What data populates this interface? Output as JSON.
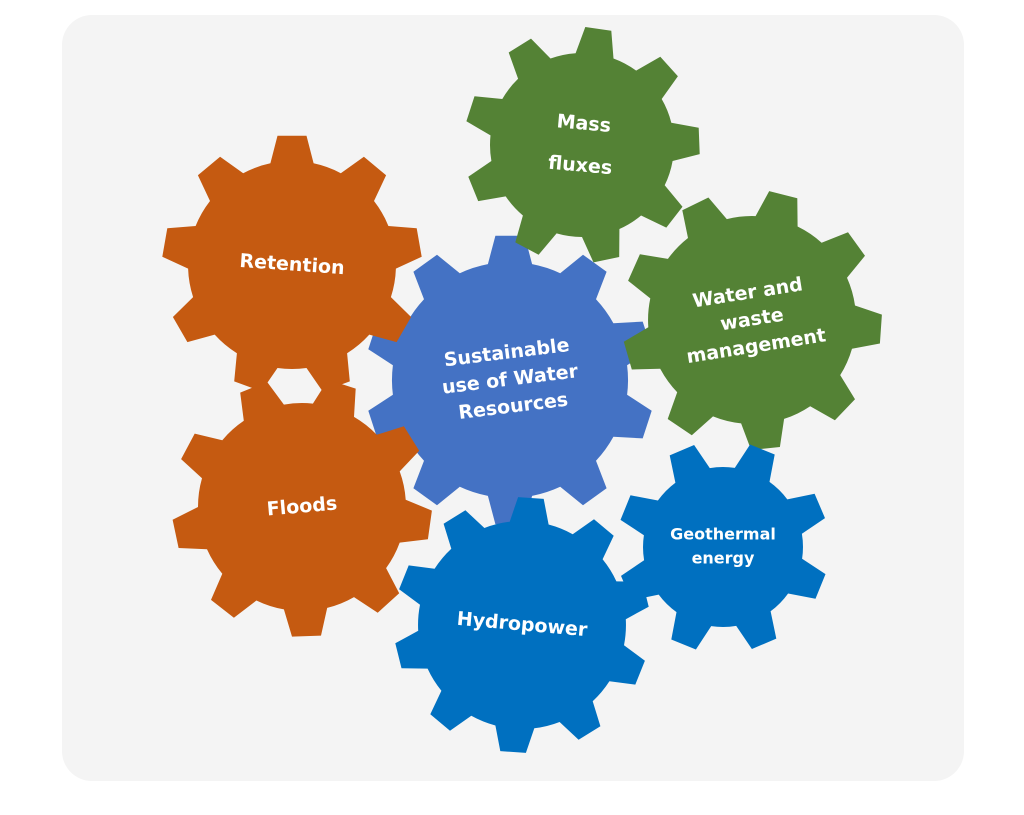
{
  "colors": {
    "background": "#ffffff",
    "panel": "#f4f4f4",
    "orange": "#c55a11",
    "green": "#548235",
    "lavender_blue": "#4472c4",
    "blue": "#0070c0"
  },
  "diagram": {
    "gears": [
      {
        "id": "center",
        "name": "gear-sustainable-use",
        "color": "lavender_blue",
        "lines": [
          "Sustainable",
          "use of Water",
          "Resources"
        ]
      },
      {
        "id": "mass",
        "name": "gear-mass-fluxes",
        "color": "green",
        "lines": [
          "Mass",
          "fluxes"
        ]
      },
      {
        "id": "water",
        "name": "gear-water-waste",
        "color": "green",
        "lines": [
          "Water and",
          "waste",
          "management"
        ]
      },
      {
        "id": "retention",
        "name": "gear-retention",
        "color": "orange",
        "lines": [
          "Retention"
        ]
      },
      {
        "id": "floods",
        "name": "gear-floods",
        "color": "orange",
        "lines": [
          "Floods"
        ]
      },
      {
        "id": "hydro",
        "name": "gear-hydropower",
        "color": "blue",
        "lines": [
          "Hydropower"
        ]
      },
      {
        "id": "geo",
        "name": "gear-geothermal",
        "color": "blue",
        "lines": [
          "Geothermal",
          "energy"
        ]
      }
    ]
  }
}
